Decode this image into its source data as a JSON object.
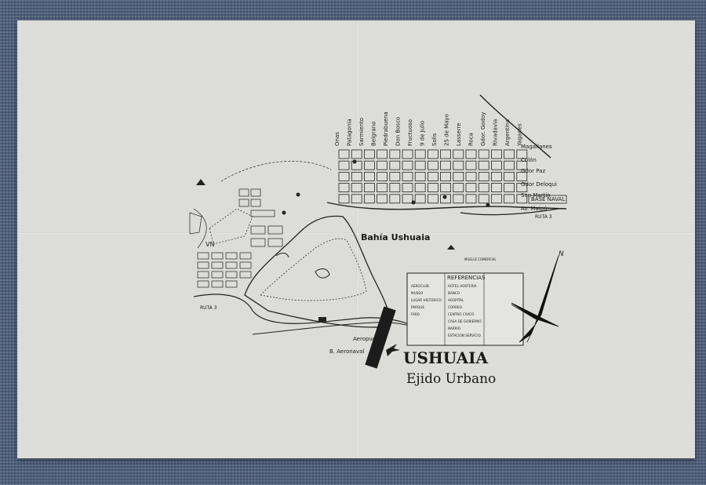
{
  "map": {
    "title": "USHUAIA",
    "subtitle": "Ejido Urbano",
    "bay_label": "Bahía Ushuaia",
    "north_label": "N",
    "streets_vertical": [
      "Onas",
      "Patagonia",
      "Sarmiento",
      "Belgrano",
      "Piedrabuena",
      "Don Bosco",
      "Fructuoso",
      "9 de Julio",
      "Solis",
      "25 de Mayo",
      "Lasserre",
      "Roca",
      "Gdor. Godoy",
      "Rivadavia",
      "Argentina",
      "Yaganes"
    ],
    "streets_horizontal": [
      "Magallanes",
      "Colón",
      "Gdor Paz",
      "Gdor Deloqui",
      "San Martín",
      "Av. Maipú"
    ],
    "labels": {
      "base_naval": "BASE NAVAL",
      "ruta3_east": "RUTA 3",
      "ruta3_west": "RUTA 3",
      "vn": "VN",
      "aeropuerto": "Aeropuerto",
      "aeronaval": "B. Aeronaval",
      "muelle": "MUELLE COMERCIAL"
    },
    "legend": {
      "title": "REFERENCIAS",
      "items": [
        "AEROCLUB",
        "MUSEO",
        "LUGAR HISTORICO",
        "PARQUE",
        "FARO",
        "HOTEL HOSTERIA",
        "BANCO",
        "HOSPITAL",
        "CORREO",
        "CENTRO CIVICO",
        "CASA DE GOBIERNO",
        "BARRIO",
        "ESTACION SERVICIO"
      ]
    },
    "colors": {
      "paper": "#dcdcd8",
      "ink": "#1a1a1a",
      "background": "#4f6180"
    }
  }
}
